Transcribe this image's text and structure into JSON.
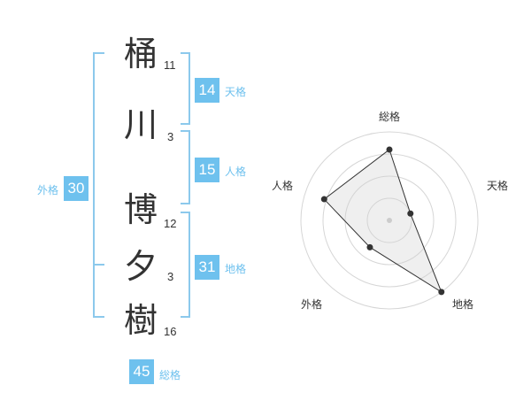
{
  "name_chars": [
    {
      "char": "桶",
      "strokes": "11"
    },
    {
      "char": "川",
      "strokes": "3"
    },
    {
      "char": "博",
      "strokes": "12"
    },
    {
      "char": "夕",
      "strokes": "3"
    },
    {
      "char": "樹",
      "strokes": "16"
    }
  ],
  "kakusu": {
    "tenkaku": {
      "label": "天格",
      "value": "14"
    },
    "jinkaku": {
      "label": "人格",
      "value": "15"
    },
    "chikaku": {
      "label": "地格",
      "value": "31"
    },
    "gaikaku": {
      "label": "外格",
      "value": "30"
    },
    "soukaku": {
      "label": "総格",
      "value": "45"
    }
  },
  "radar": {
    "axes": [
      "総格",
      "天格",
      "地格",
      "外格",
      "人格"
    ],
    "levels": 4,
    "values": [
      3.2,
      1.0,
      4.0,
      1.5,
      3.1
    ],
    "max": 4
  },
  "colors": {
    "accent": "#6ec1ee",
    "text": "#333333",
    "fill": "#eeeeee"
  }
}
